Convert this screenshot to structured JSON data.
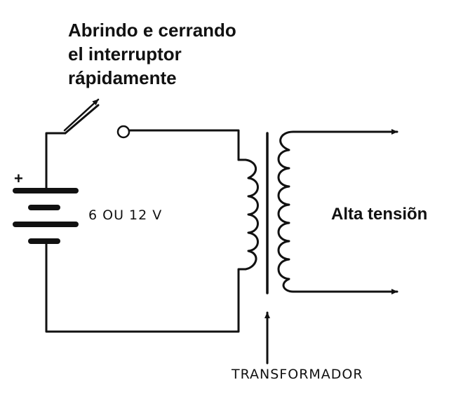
{
  "caption": {
    "line1": "Abrindo e cerrando",
    "line2": "el interruptor",
    "line3": "rápidamente"
  },
  "battery": {
    "polarity": "+",
    "voltage": "6 OU 12 V"
  },
  "output_label": "Alta tensiõn",
  "transformer_label": "TRANSFORMADOR",
  "colors": {
    "ink": "#111111",
    "background": "#ffffff"
  }
}
